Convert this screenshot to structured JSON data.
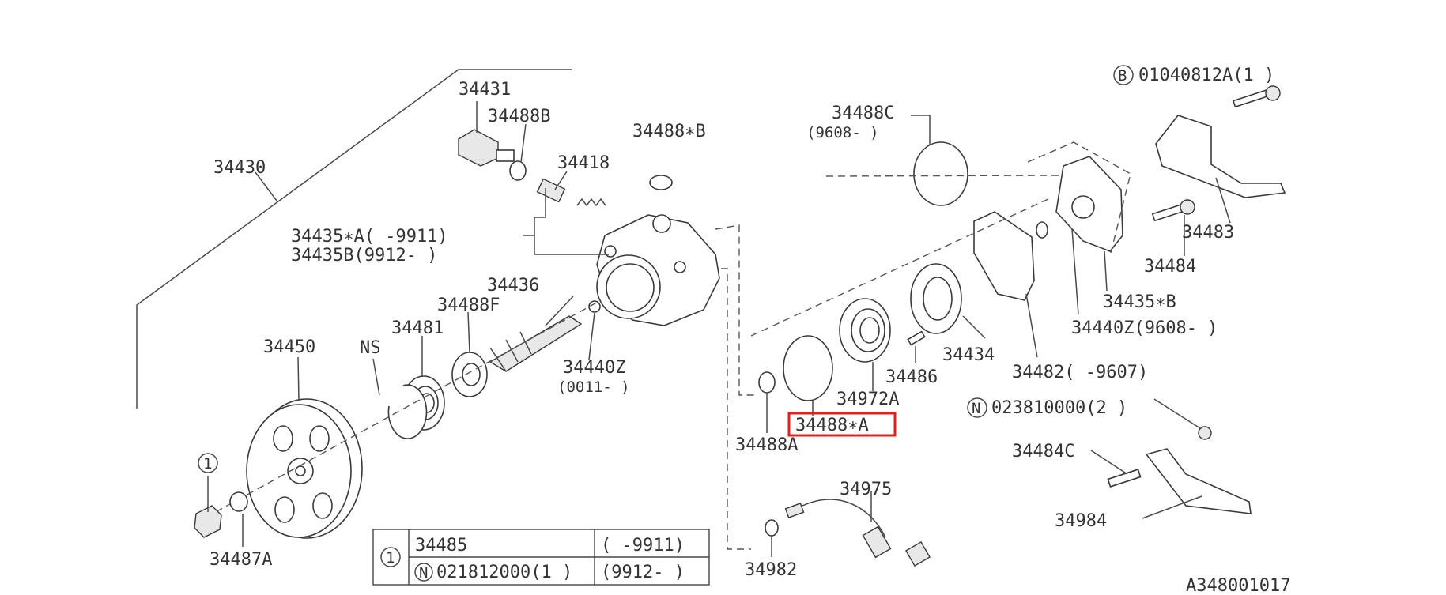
{
  "diagram": {
    "labels": {
      "p34430": "34430",
      "p34431": "34431",
      "p34488B_top": "34488B",
      "p34488starB": "34488∗B",
      "p34418": "34418",
      "p34435A": "34435∗A( -9911)",
      "p34435B": "34435B(9912- )",
      "p34436": "34436",
      "p34488F": "34488F",
      "p34481": "34481",
      "pNS": "NS",
      "p34450": "34450",
      "p34440Z_left": "34440Z",
      "p34440Z_left_date": "(0011- )",
      "p34487A": "34487A",
      "p34488C": "34488C",
      "p34488C_date": "(9608- )",
      "p01040812A": "01040812A(1 )",
      "p34483": "34483",
      "p34484": "34484",
      "p34435starB": "34435∗B",
      "p34440Z_right": "34440Z(9608- )",
      "p34434": "34434",
      "p34486": "34486",
      "p34482": "34482( -9607)",
      "p34972A": "34972A",
      "p34488starA": "34488∗A",
      "p34488A": "34488A",
      "p023810000": "023810000(2 )",
      "p34484C": "34484C",
      "p34984": "34984",
      "p34975": "34975",
      "p34982": "34982",
      "ref_code": "A348001017",
      "callout_1": "1",
      "circle_B": "B",
      "circle_N": "N"
    },
    "highlight_color": "#e0201e",
    "legend_table": {
      "key": "1",
      "rows": [
        {
          "marker": "",
          "part": "34485",
          "range": "( -9911)"
        },
        {
          "marker": "N",
          "part": "021812000(1 )",
          "range": "(9912- )"
        }
      ]
    }
  }
}
